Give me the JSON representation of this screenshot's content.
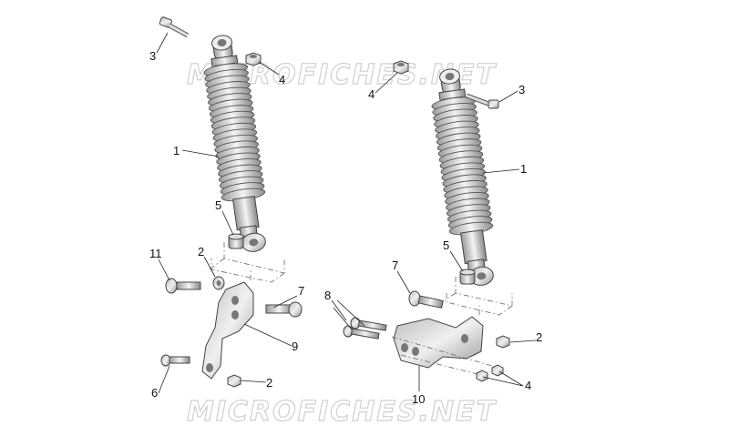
{
  "watermarks": [
    "MICROFICHES.NET",
    "MICROFICHES.NET"
  ],
  "callouts": {
    "l3": "3",
    "l4": "4",
    "l1": "1",
    "l5": "5",
    "l11": "11",
    "l2a": "2",
    "l7": "7",
    "l9": "9",
    "l6": "6",
    "l2b": "2",
    "r4": "4",
    "r3": "3",
    "r1": "1",
    "r7": "7",
    "r5": "5",
    "r8": "8",
    "r2": "2",
    "r10": "10",
    "r4b": "4"
  }
}
